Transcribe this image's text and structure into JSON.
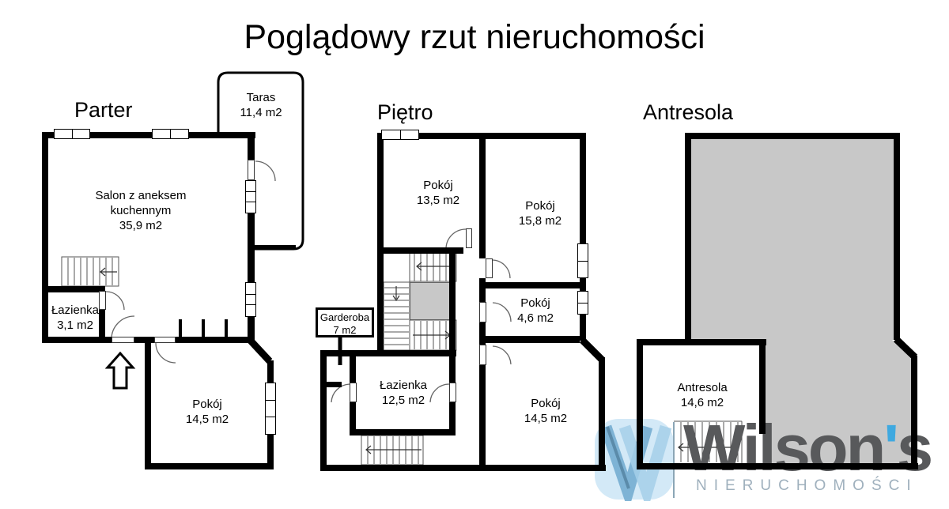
{
  "title": "Poglądowy rzut nieruchomości",
  "floors": {
    "parter": {
      "label": "Parter",
      "rooms": {
        "taras": {
          "name": "Taras",
          "area": "11,4 m2"
        },
        "salon": {
          "line1": "Salon z aneksem",
          "line2": "kuchennym",
          "area": "35,9 m2"
        },
        "lazienka": {
          "name": "Łazienka",
          "area": "3,1 m2"
        },
        "pokoj": {
          "name": "Pokój",
          "area": "14,5 m2"
        }
      }
    },
    "pietro": {
      "label": "Piętro",
      "rooms": {
        "pokoj1": {
          "name": "Pokój",
          "area": "13,5 m2"
        },
        "pokoj2": {
          "name": "Pokój",
          "area": "15,8 m2"
        },
        "pokoj3": {
          "name": "Pokój",
          "area": "4,6 m2"
        },
        "garderoba": {
          "name": "Garderoba",
          "area": "7 m2"
        },
        "lazienka": {
          "name": "Łazienka",
          "area": "12,5 m2"
        },
        "pokoj4": {
          "name": "Pokój",
          "area": "14,5 m2"
        }
      }
    },
    "antresola": {
      "label": "Antresola",
      "rooms": {
        "antresola": {
          "name": "Antresola",
          "area": "14,6 m2"
        }
      }
    }
  },
  "logo": {
    "brand_part1": "Wilson",
    "brand_apostrophe": "'",
    "brand_part2": "s",
    "subtitle": "NIERUCHOMOŚCI",
    "accent_color": "#3fa9e0",
    "brand_text_color": "#58595b",
    "subtitle_color": "#9fb0bd",
    "mark_blue_mid": "#6fa9cf",
    "mark_blue_light": "#a5cfe9"
  },
  "colors": {
    "wall": "#000000",
    "mezzanine_fill": "#c8c8c8",
    "line": "#555555"
  }
}
